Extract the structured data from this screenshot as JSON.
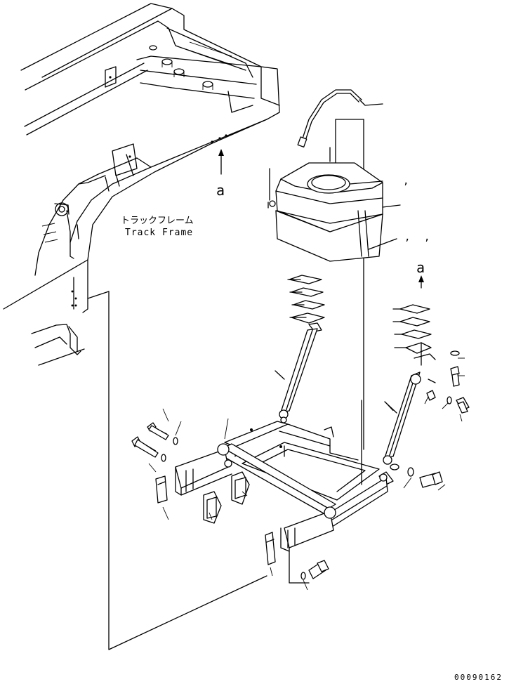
{
  "view_arrow_label": "a",
  "view_arrow_label_2": "a",
  "track_frame_label_jp": "トラックフレーム",
  "track_frame_label_en": "Track Frame",
  "drawing_number": "00090162",
  "callout_commas": [
    ",",
    ",",
    ","
  ]
}
